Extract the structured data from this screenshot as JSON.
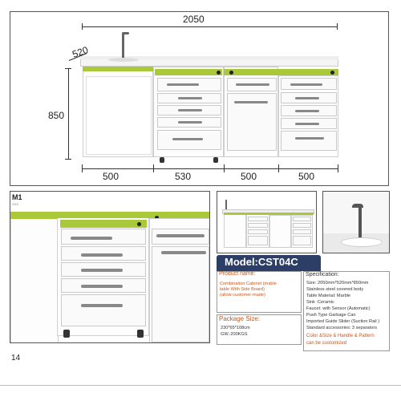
{
  "dimensions": {
    "total_width": "2050",
    "depth": "520",
    "height": "850",
    "widths": [
      "500",
      "530",
      "500",
      "500"
    ]
  },
  "detail_label": "M1",
  "detail_sub": "XXX",
  "model": {
    "title": "Model:CST04C"
  },
  "product": {
    "heading": "Product name:",
    "lines": [
      "Combination Cabinet (mable",
      "table With Side Board)",
      "(allow customer-made)"
    ]
  },
  "package": {
    "heading": "Package Size:",
    "lines": [
      "230*65*108cm",
      "GW.:200KGS"
    ]
  },
  "specification": {
    "heading": "Specification:",
    "lines": [
      "Size: 2050mm*520mm*850mm",
      "Stainless steel covered body",
      "Table Material: Marble",
      "Sink :Ceramic",
      "Faucet: with Sensor (Automatic)",
      "Push Type Garbage Can",
      "Imported Guide Slider (Suction Rail )",
      "Standard accessories: 3 separators"
    ],
    "note_lines": [
      "Color &Size & Handle & Pattern",
      "can be customized"
    ]
  },
  "page_number": "14",
  "colors": {
    "accent": "#a9c83a",
    "model_bar": "#2c3e66",
    "orange": "#c8571c"
  }
}
